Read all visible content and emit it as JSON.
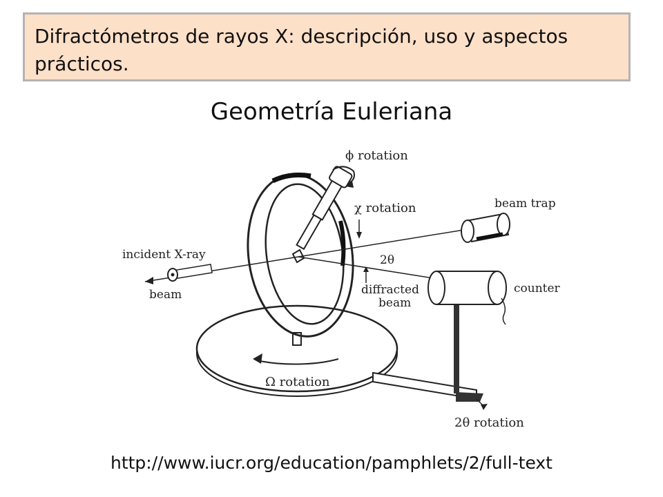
{
  "header": {
    "title": "Difractómetros de rayos X: descripción, uso y aspectos prácticos."
  },
  "subtitle": "Geometría Euleriana",
  "diagram": {
    "labels": {
      "phi_rotation": "ϕ rotation",
      "chi_rotation": "χ rotation",
      "beam_trap": "beam trap",
      "incident_line1": "incident X-ray",
      "incident_line2": "beam",
      "two_theta": "2θ",
      "diffracted_line1": "diffracted",
      "diffracted_line2": "beam",
      "counter": "counter",
      "omega_rotation": "Ω rotation",
      "two_theta_rotation": "2θ rotation"
    }
  },
  "footer": {
    "url": "http://www.iucr.org/education/pamphlets/2/full-text"
  }
}
